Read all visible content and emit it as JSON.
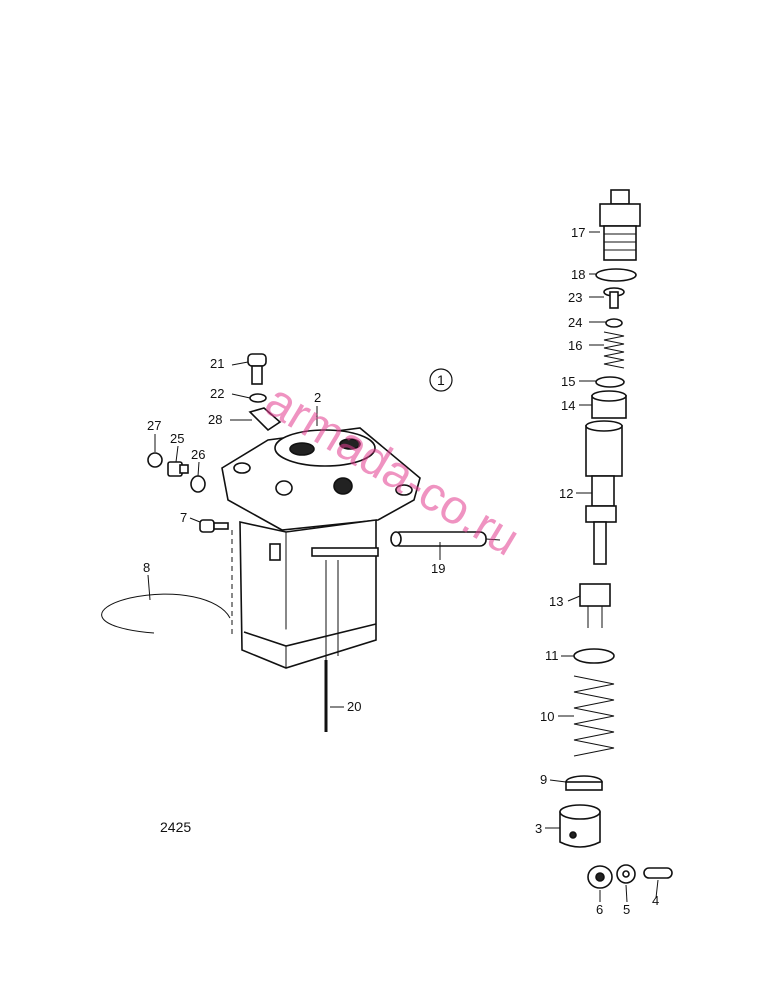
{
  "figure_number": "1",
  "drawing_code": "2425",
  "watermark": "armada-co.ru",
  "callouts": {
    "c2": "2",
    "c3": "3",
    "c4": "4",
    "c5": "5",
    "c6": "6",
    "c7": "7",
    "c8": "8",
    "c9": "9",
    "c10": "10",
    "c11": "11",
    "c12": "12",
    "c13": "13",
    "c14": "14",
    "c15": "15",
    "c16": "16",
    "c17": "17",
    "c18": "18",
    "c19": "19",
    "c20": "20",
    "c21": "21",
    "c22": "22",
    "c23": "23",
    "c24": "24",
    "c25": "25",
    "c26": "26",
    "c27": "27",
    "c28": "28"
  },
  "colors": {
    "ink": "#111111",
    "watermark": "#e23b8f"
  }
}
